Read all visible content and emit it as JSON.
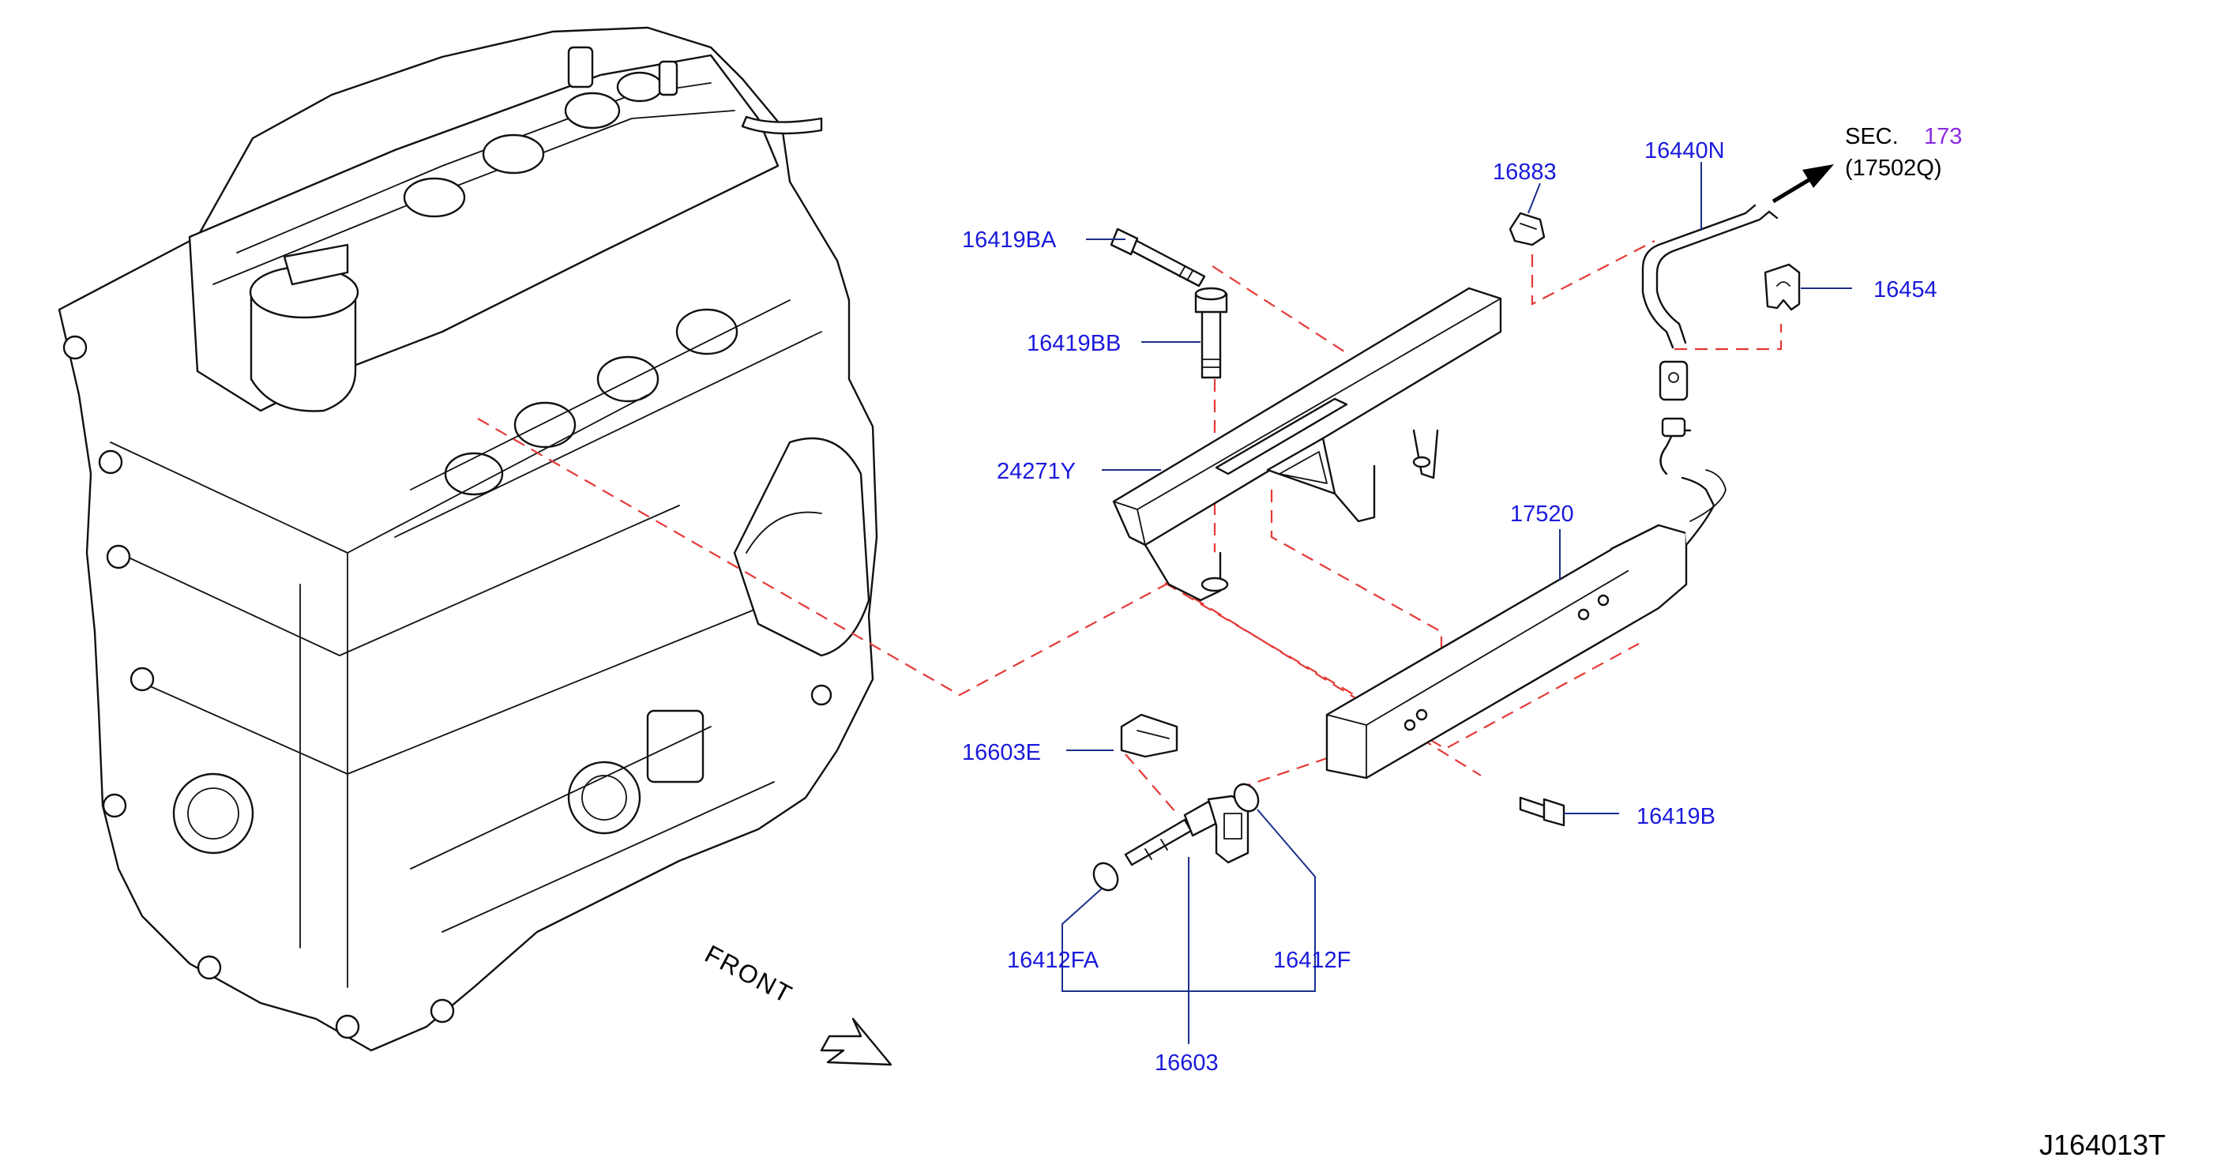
{
  "diagram": {
    "drawing_code": "J164013T",
    "front_label": "FRONT",
    "section_ref": {
      "prefix": "SEC.",
      "number": "173",
      "sub": "(17502Q)"
    },
    "parts": {
      "p16419BA": "16419BA",
      "p16419BB": "16419BB",
      "p24271Y": "24271Y",
      "p16883": "16883",
      "p16440N": "16440N",
      "p16454": "16454",
      "p17520": "17520",
      "p16603E": "16603E",
      "p16419B": "16419B",
      "p16412FA": "16412FA",
      "p16412F": "16412F",
      "p16603": "16603"
    },
    "colors": {
      "label": "#1a1adc",
      "leader": "#1c2f8a",
      "dashed": "#e53935",
      "section_number": "#8a2be2"
    }
  }
}
